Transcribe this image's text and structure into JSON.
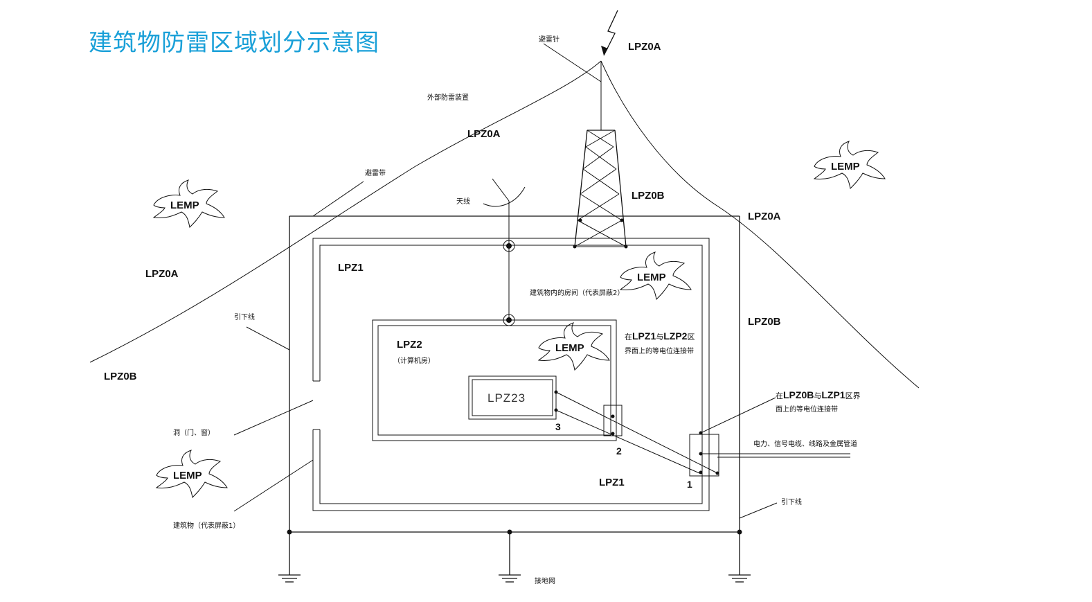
{
  "title": "建筑物防雷区域划分示意图",
  "zones": {
    "top_right": "LPZ0A",
    "upper_left": "LPZ0A",
    "left": "LPZ0A",
    "left_bottom": "LPZ0B",
    "tower": "LPZ0B",
    "right_top": "LPZ0A",
    "right_mid": "LPZ0B",
    "room_upper": "LPZ1",
    "room_lower": "LPZ1",
    "computer_room": "LPZ2",
    "computer_room_sub": "（计算机房）",
    "innermost": "LPZ23"
  },
  "labels": {
    "lightning_rod": "避雷针",
    "external_protection": "外部防雷装置",
    "lightning_belt": "避雷带",
    "antenna": "天线",
    "down_conductor_left": "引下线",
    "down_conductor_right": "引下线",
    "opening": "洞（门、窗）",
    "building_shield": "建筑物（代表屏蔽1）",
    "room_shield": "建筑物内的房间（代表屏蔽2）",
    "earth_network": "接地网",
    "cables": "电力、信号电缆、线路及金属管道",
    "bond12_a": "在",
    "bond12_b": "LPZ1",
    "bond12_c": "与",
    "bond12_d": "LZP2",
    "bond12_e": "区",
    "bond12_line2": "界面上的等电位连接带",
    "bond01_a": "在",
    "bond01_b": "LPZ0B",
    "bond01_c": "与",
    "bond01_d": "LZP1",
    "bond01_e": "区界",
    "bond01_line2": "面上的等电位连接带"
  },
  "bonding_bar_numbers": [
    "1",
    "2",
    "3"
  ],
  "lemp_label": "LEMP",
  "colors": {
    "title": "#1aa0d8",
    "line": "#111111"
  }
}
